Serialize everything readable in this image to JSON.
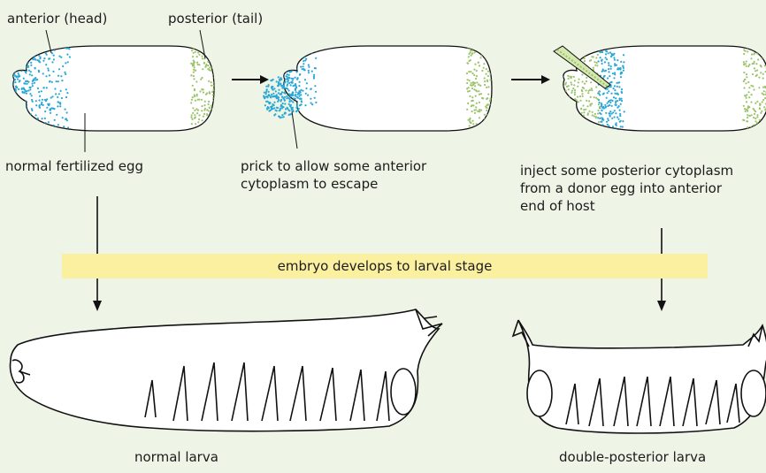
{
  "labels": {
    "anterior": "anterior (head)",
    "posterior": "posterior (tail)",
    "normal_egg": "normal fertilized egg",
    "prick_line1": "prick to allow some anterior",
    "prick_line2": "cytoplasm to escape",
    "inject_line1": "inject some posterior cytoplasm",
    "inject_line2": "from a donor egg into anterior",
    "inject_line3": "end of host",
    "banner": "embryo develops to larval stage",
    "normal_larva": "normal larva",
    "double_larva": "double-posterior larva"
  },
  "colors": {
    "background": "#eef4e6",
    "anterior_dots": "#2aa7d6",
    "posterior_dots": "#9cc46a",
    "banner": "#fbf0a0"
  }
}
